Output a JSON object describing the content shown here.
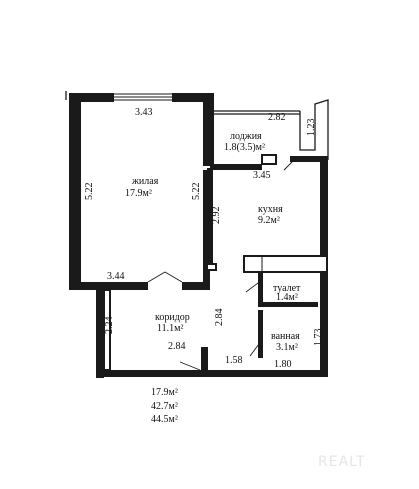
{
  "rooms": {
    "living": {
      "name": "жилая",
      "area": "17.9м²"
    },
    "loggia": {
      "name": "лоджия",
      "area": "1.8(3.5)м²"
    },
    "kitchen": {
      "name": "кухня",
      "area": "9.2м²"
    },
    "corridor": {
      "name": "коридор",
      "area": "11.1м²"
    },
    "toilet": {
      "name": "туалет",
      "area": "1.4м²"
    },
    "bathroom": {
      "name": "ванная",
      "area": "3.1м²"
    }
  },
  "dimensions": {
    "living_top": "3.43",
    "living_left": "5.22",
    "living_right": "5.22",
    "living_bottom": "3.44",
    "loggia_top": "2.82",
    "loggia_right": "1.23",
    "kitchen_top": "3.45",
    "kitchen_left": "2.92",
    "corridor_left": "2.24",
    "corridor_bottom": "2.84",
    "corridor_right": "2.84",
    "corridor_mid": "1.58",
    "bath_bottom": "1.80",
    "bath_right": "1.73"
  },
  "totals": {
    "living_area": "17.9м²",
    "total_area": "42.7м²",
    "total_with_loggia": "44.5м²"
  },
  "watermark": "REALT"
}
